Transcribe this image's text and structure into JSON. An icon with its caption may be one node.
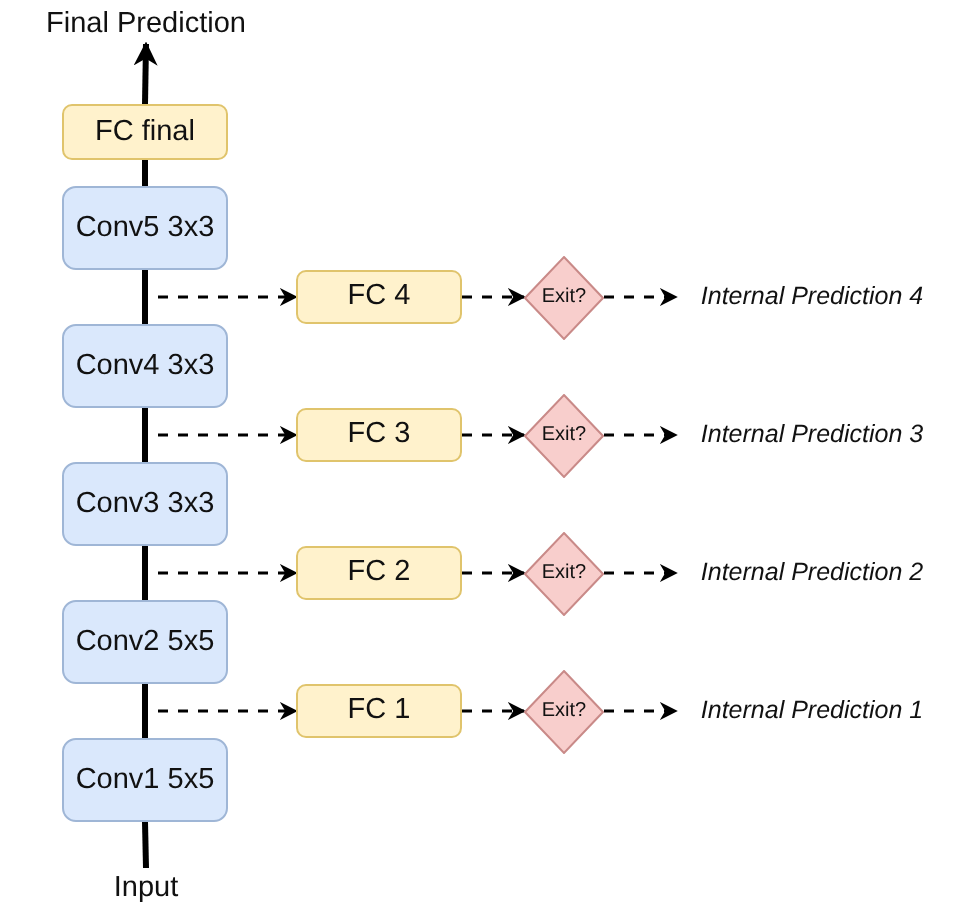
{
  "diagram": {
    "nodes": [
      {
        "text": [
          "Final Prediction"
        ]
      },
      {
        "text": [
          "FC final"
        ]
      },
      {
        "text": [
          "Conv5 3x3"
        ]
      },
      {
        "text": [
          "FC 4"
        ]
      },
      {
        "text": [
          "Exit?"
        ]
      },
      {
        "text": [
          "Internal Prediction 4"
        ]
      },
      {
        "text": [
          "Conv4 3x3"
        ]
      },
      {
        "text": [
          "FC 3"
        ]
      },
      {
        "text": [
          "Exit?"
        ]
      },
      {
        "text": [
          "Internal Prediction 3"
        ]
      },
      {
        "text": [
          "Conv3 3x3"
        ]
      },
      {
        "text": [
          "FC 2"
        ]
      },
      {
        "text": [
          "Exit?"
        ]
      },
      {
        "text": [
          "Internal Prediction 2"
        ]
      },
      {
        "text": [
          "Conv2 5x5"
        ]
      },
      {
        "text": [
          "FC 1"
        ]
      },
      {
        "text": [
          "Exit?"
        ]
      },
      {
        "text": [
          "Internal Prediction 1"
        ]
      },
      {
        "text": [
          "Conv1 5x5"
        ]
      },
      {
        "text": [
          "Input"
        ]
      }
    ],
    "edges": [
      {
        "from": 19,
        "to": 18,
        "arrow": "none",
        "style": "thick"
      },
      {
        "from": 18,
        "to": 14,
        "arrow": "none",
        "style": "thick"
      },
      {
        "from": 14,
        "to": 10,
        "arrow": "none",
        "style": "thick"
      },
      {
        "from": 10,
        "to": 6,
        "arrow": "none",
        "style": "thick"
      },
      {
        "from": 6,
        "to": 2,
        "arrow": "none",
        "style": "thick"
      },
      {
        "from": 2,
        "to": 1,
        "arrow": "none",
        "style": "thick"
      },
      {
        "from": 1,
        "to": 0,
        "arrow": "to",
        "style": "thick"
      },
      {
        "from": 18,
        "to": 15,
        "arrow": "to",
        "style": "dashed"
      },
      {
        "from": 15,
        "to": 16,
        "arrow": "to",
        "style": "dashed"
      },
      {
        "from": 16,
        "to": 17,
        "arrow": "to",
        "style": "dashed"
      },
      {
        "from": 14,
        "to": 11,
        "arrow": "to",
        "style": "dashed"
      },
      {
        "from": 11,
        "to": 12,
        "arrow": "to",
        "style": "dashed"
      },
      {
        "from": 12,
        "to": 13,
        "arrow": "to",
        "style": "dashed"
      },
      {
        "from": 10,
        "to": 7,
        "arrow": "to",
        "style": "dashed"
      },
      {
        "from": 7,
        "to": 8,
        "arrow": "to",
        "style": "dashed"
      },
      {
        "from": 8,
        "to": 9,
        "arrow": "to",
        "style": "dashed"
      },
      {
        "from": 6,
        "to": 3,
        "arrow": "to",
        "style": "dashed"
      },
      {
        "from": 3,
        "to": 4,
        "arrow": "to",
        "style": "dashed"
      },
      {
        "from": 4,
        "to": 5,
        "arrow": "to",
        "style": "dashed"
      }
    ]
  }
}
